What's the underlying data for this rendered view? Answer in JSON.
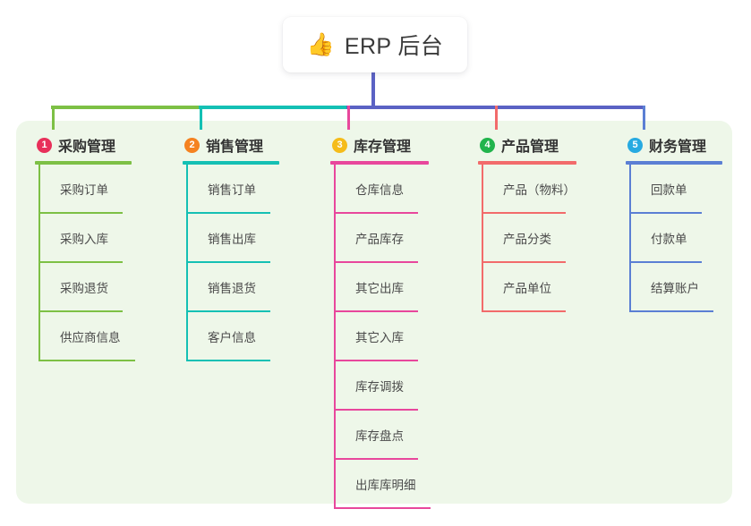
{
  "root": {
    "icon": "thumbs-up-icon",
    "emoji": "👍",
    "title": "ERP 后台"
  },
  "colors": {
    "panel_bg": "#eef7e9",
    "page_bg": "#ffffff",
    "trunk": "#5b62c4",
    "card_bg": "#ffffff",
    "text": "#3b3b3b"
  },
  "branches": [
    {
      "number": "1",
      "title": "采购管理",
      "badge_color": "#e8305a",
      "line_color": "#7dc045",
      "items": [
        {
          "label": "采购订单"
        },
        {
          "label": "采购入库"
        },
        {
          "label": "采购退货"
        },
        {
          "label": "供应商信息"
        }
      ]
    },
    {
      "number": "2",
      "title": "销售管理",
      "badge_color": "#f58220",
      "line_color": "#14c0b4",
      "items": [
        {
          "label": "销售订单"
        },
        {
          "label": "销售出库"
        },
        {
          "label": "销售退货"
        },
        {
          "label": "客户信息"
        }
      ]
    },
    {
      "number": "3",
      "title": "库存管理",
      "badge_color": "#f5bc1a",
      "line_color": "#e8479c",
      "items": [
        {
          "label": "仓库信息"
        },
        {
          "label": "产品库存"
        },
        {
          "label": "其它出库"
        },
        {
          "label": "其它入库"
        },
        {
          "label": "库存调拨"
        },
        {
          "label": "库存盘点"
        },
        {
          "label": "出库库明细"
        }
      ]
    },
    {
      "number": "4",
      "title": "产品管理",
      "badge_color": "#21b44c",
      "line_color": "#f26b6b",
      "items": [
        {
          "label": "产品（物料）"
        },
        {
          "label": "产品分类"
        },
        {
          "label": "产品单位"
        }
      ]
    },
    {
      "number": "5",
      "title": "财务管理",
      "badge_color": "#27aae1",
      "line_color": "#5b7fd4",
      "items": [
        {
          "label": "回款单"
        },
        {
          "label": "付款单"
        },
        {
          "label": "结算账户"
        }
      ]
    }
  ]
}
